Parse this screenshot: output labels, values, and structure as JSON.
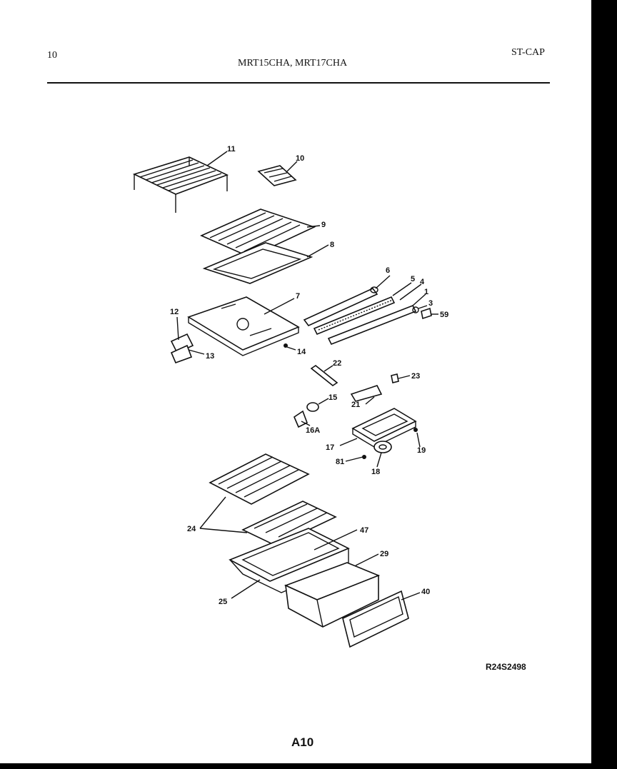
{
  "header": {
    "page_number": "10",
    "models": "MRT15CHA, MRT17CHA",
    "section_code": "ST-CAP"
  },
  "footer": {
    "reference": "R24S2498",
    "page": "A10"
  },
  "parts": [
    {
      "id": "p11",
      "label": "11"
    },
    {
      "id": "p10",
      "label": "10"
    },
    {
      "id": "p9",
      "label": "9"
    },
    {
      "id": "p8",
      "label": "8"
    },
    {
      "id": "p7",
      "label": "7"
    },
    {
      "id": "p12",
      "label": "12"
    },
    {
      "id": "p13",
      "label": "13"
    },
    {
      "id": "p14",
      "label": "14"
    },
    {
      "id": "p6a",
      "label": "6"
    },
    {
      "id": "p5",
      "label": "5"
    },
    {
      "id": "p4",
      "label": "4"
    },
    {
      "id": "p1",
      "label": "1"
    },
    {
      "id": "p3",
      "label": "3"
    },
    {
      "id": "p59",
      "label": "59"
    },
    {
      "id": "p22",
      "label": "22"
    },
    {
      "id": "p23",
      "label": "23"
    },
    {
      "id": "p21",
      "label": "21"
    },
    {
      "id": "p15",
      "label": "15"
    },
    {
      "id": "p16a",
      "label": "16A"
    },
    {
      "id": "p17",
      "label": "17"
    },
    {
      "id": "p19",
      "label": "19"
    },
    {
      "id": "p81",
      "label": "81"
    },
    {
      "id": "p18",
      "label": "18"
    },
    {
      "id": "p24",
      "label": "24"
    },
    {
      "id": "p47",
      "label": "47"
    },
    {
      "id": "p29",
      "label": "29"
    },
    {
      "id": "p25",
      "label": "25"
    },
    {
      "id": "p40",
      "label": "40"
    }
  ]
}
